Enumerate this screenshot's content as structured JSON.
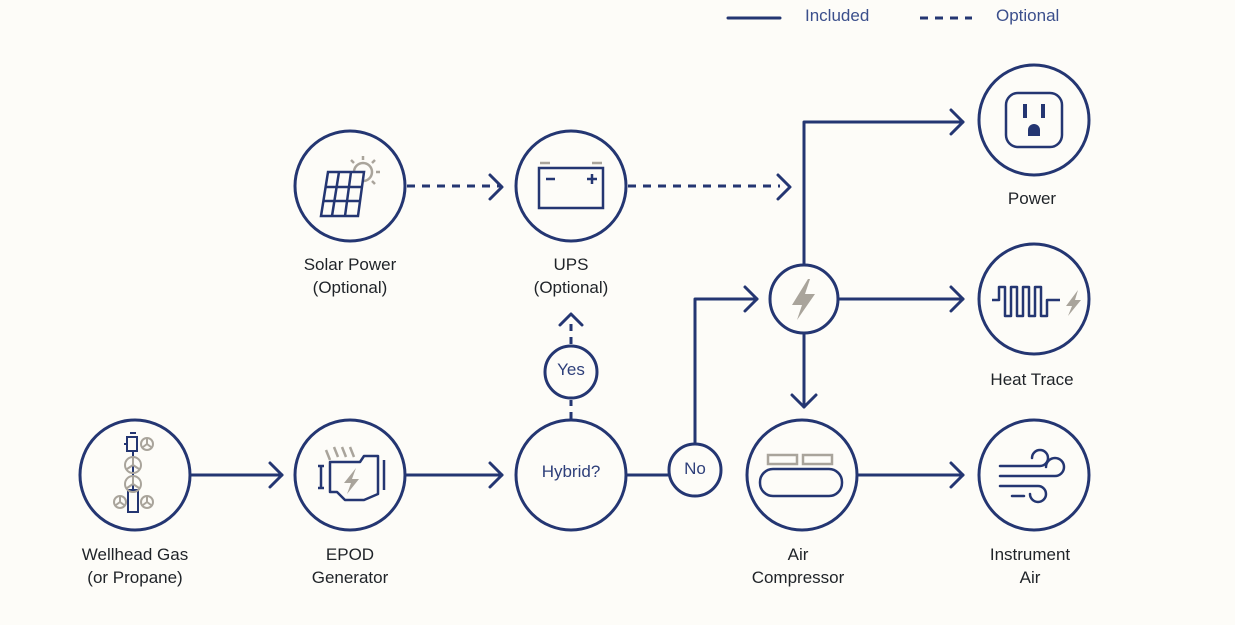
{
  "legend": {
    "included": "Included",
    "optional": "Optional"
  },
  "colors": {
    "primary": "#243672",
    "accent_gray": "#a9a49b",
    "background": "#fdfcf8"
  },
  "nodes": {
    "wellhead": {
      "line1": "Wellhead Gas",
      "line2": "(or Propane)",
      "icon": "wellhead-valve-icon"
    },
    "epod": {
      "line1": "EPOD",
      "line2": "Generator",
      "icon": "generator-icon"
    },
    "solar": {
      "line1": "Solar Power",
      "line2": "(Optional)",
      "icon": "solar-panel-icon"
    },
    "ups": {
      "line1": "UPS",
      "line2": "(Optional)",
      "icon": "battery-icon"
    },
    "hybrid": {
      "text": "Hybrid?"
    },
    "yes": {
      "text": "Yes"
    },
    "no": {
      "text": "No"
    },
    "distribution": {
      "icon": "lightning-bolt-icon"
    },
    "power": {
      "line1": "Power",
      "icon": "power-outlet-icon"
    },
    "heat_trace": {
      "line1": "Heat Trace",
      "icon": "heat-trace-icon"
    },
    "air_compressor": {
      "line1": "Air",
      "line2": "Compressor",
      "icon": "air-tank-icon"
    },
    "instrument_air": {
      "line1": "Instrument",
      "line2": "Air",
      "icon": "wind-icon"
    }
  }
}
